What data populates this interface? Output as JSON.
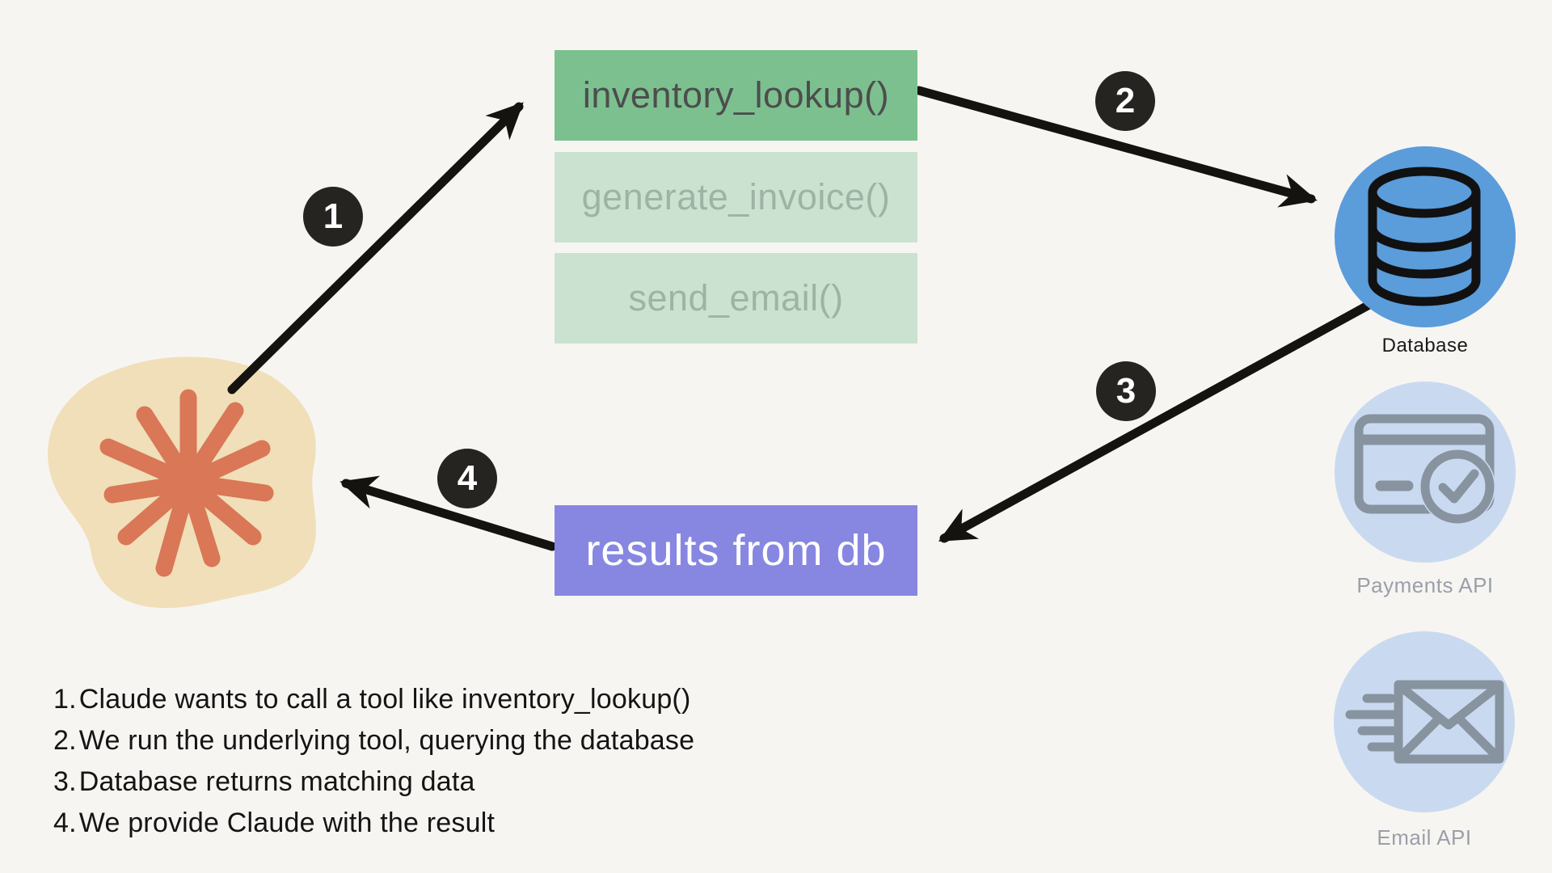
{
  "title": "Claude tool use flow diagram",
  "colors": {
    "background": "#f7f5f2",
    "tool_active_bg": "#7cc08f",
    "tool_inactive_bg": "#cbe2d1",
    "tool_active_text": "#4d4d4d",
    "tool_inactive_text": "#9fb3a4",
    "result_bg": "#8787e2",
    "result_text": "#ffffff",
    "database_circle": "#5b9cdb",
    "api_circle": "#c9daf0",
    "api_icon_gray": "#8893a0",
    "claude_blob_tan": "#f0dfb8",
    "claude_star_orange": "#d97757",
    "marker_bg": "#262421",
    "arrow_black": "#151310"
  },
  "tools": [
    {
      "label": "inventory_lookup()",
      "state": "active"
    },
    {
      "label": "generate_invoice()",
      "state": "inactive"
    },
    {
      "label": "send_email()",
      "state": "inactive"
    }
  ],
  "result_box": {
    "label": "results from db"
  },
  "services": [
    {
      "label": "Database",
      "icon": "database-icon"
    },
    {
      "label": "Payments API",
      "icon": "payments-api-icon"
    },
    {
      "label": "Email API",
      "icon": "email-api-icon"
    }
  ],
  "markers": [
    "1",
    "2",
    "3",
    "4"
  ],
  "steps": [
    {
      "num": "1.",
      "text": "Claude wants to call a tool like inventory_lookup()"
    },
    {
      "num": "2.",
      "text": "We run the underlying tool, querying the database"
    },
    {
      "num": "3.",
      "text": "Database returns matching data"
    },
    {
      "num": "4.",
      "text": "We provide Claude with the result"
    }
  ]
}
